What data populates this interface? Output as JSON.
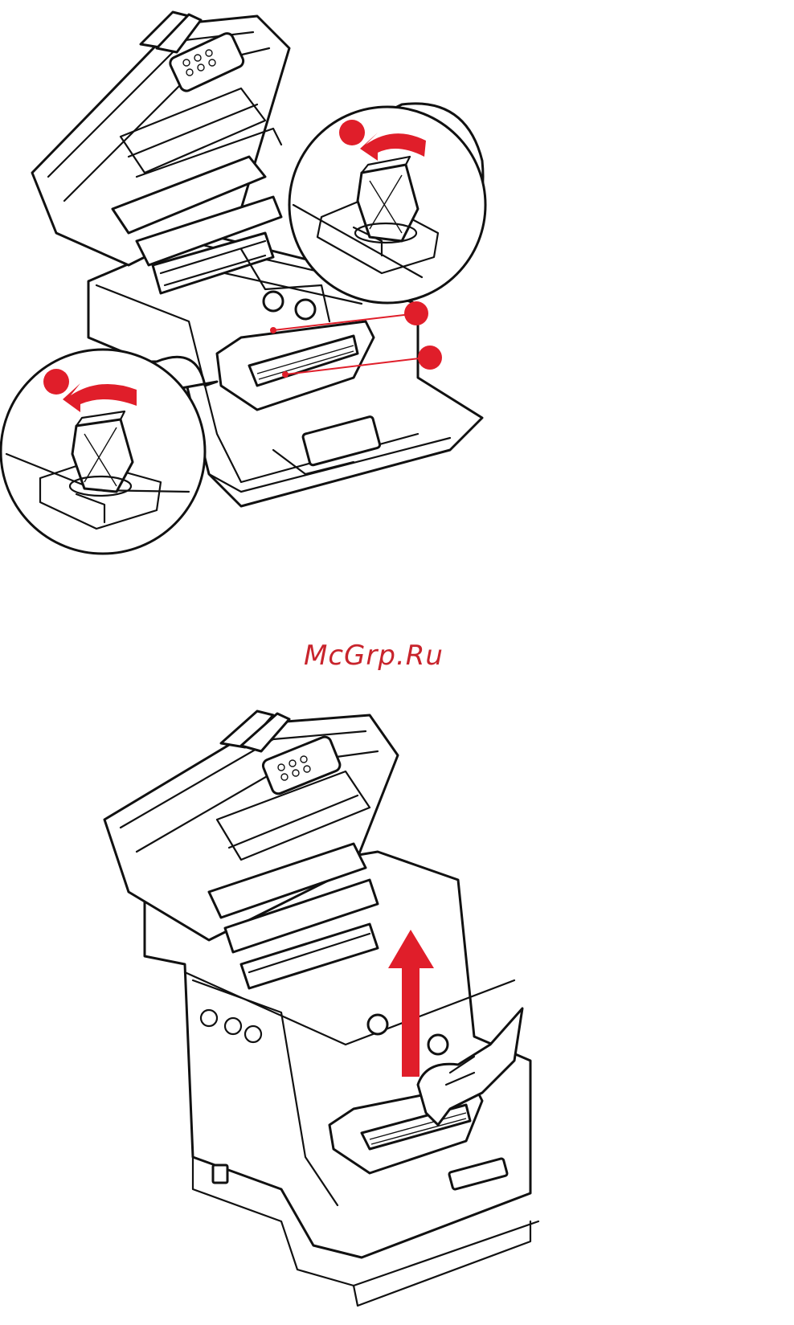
{
  "watermark": {
    "text": "McGrp.Ru"
  },
  "colors": {
    "accent_red": "#e01e2a",
    "line": "#111111",
    "background": "#ffffff"
  },
  "icons": {
    "top_figure": [
      "printer-open-illustration",
      "detail-callout-latch-right",
      "detail-callout-latch-left",
      "rotate-arrow-icon",
      "callout-marker-dot"
    ],
    "bottom_figure": [
      "printer-open-illustration",
      "hand-lifting-belt",
      "up-arrow-icon"
    ]
  }
}
